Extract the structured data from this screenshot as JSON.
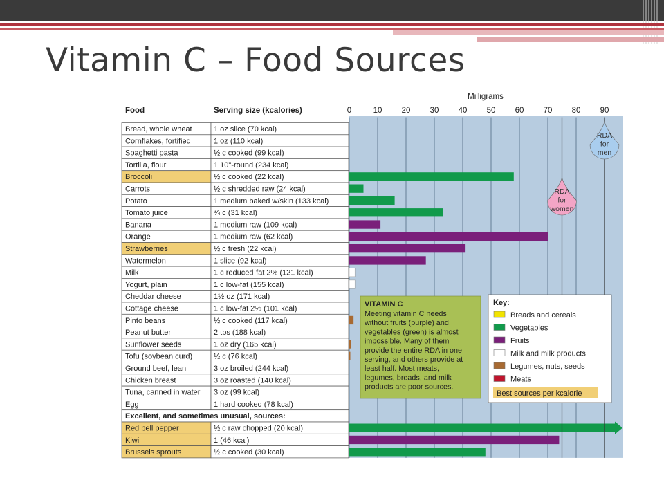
{
  "slide": {
    "title": "Vitamin C – Food Sources"
  },
  "headers": {
    "food": "Food",
    "serving": "Serving size (kcalories)",
    "axis_label": "Milligrams"
  },
  "chart_data": {
    "type": "bar",
    "title": "Vitamin C – Food Sources",
    "xlabel": "Milligrams",
    "xlim": [
      0,
      96
    ],
    "xticks": [
      0,
      10,
      20,
      30,
      40,
      50,
      60,
      70,
      80,
      90
    ],
    "grid": true,
    "rows": [
      {
        "food": "Bread, whole wheat",
        "serving": "1 oz slice (70 kcal)",
        "value": 0,
        "group": "Breads and cereals",
        "best": false
      },
      {
        "food": "Cornflakes, fortified",
        "serving": "1 oz (110 kcal)",
        "value": 0,
        "group": "Breads and cereals",
        "best": false
      },
      {
        "food": "Spaghetti pasta",
        "serving": "½ c cooked (99 kcal)",
        "value": 0,
        "group": "Breads and cereals",
        "best": false
      },
      {
        "food": "Tortilla, flour",
        "serving": "1 10\"-round (234 kcal)",
        "value": 0,
        "group": "Breads and cereals",
        "best": false
      },
      {
        "food": "Broccoli",
        "serving": "½ c cooked (22 kcal)",
        "value": 58,
        "group": "Vegetables",
        "best": true
      },
      {
        "food": "Carrots",
        "serving": "½ c shredded raw (24 kcal)",
        "value": 5,
        "group": "Vegetables",
        "best": false
      },
      {
        "food": "Potato",
        "serving": "1 medium baked w/skin (133 kcal)",
        "value": 16,
        "group": "Vegetables",
        "best": false
      },
      {
        "food": "Tomato juice",
        "serving": "¾ c (31 kcal)",
        "value": 33,
        "group": "Vegetables",
        "best": false
      },
      {
        "food": "Banana",
        "serving": "1 medium raw (109 kcal)",
        "value": 11,
        "group": "Fruits",
        "best": false
      },
      {
        "food": "Orange",
        "serving": "1 medium raw (62 kcal)",
        "value": 70,
        "group": "Fruits",
        "best": false
      },
      {
        "food": "Strawberries",
        "serving": "½ c fresh (22 kcal)",
        "value": 41,
        "group": "Fruits",
        "best": true
      },
      {
        "food": "Watermelon",
        "serving": "1 slice (92 kcal)",
        "value": 27,
        "group": "Fruits",
        "best": false
      },
      {
        "food": "Milk",
        "serving": "1 c reduced-fat 2% (121 kcal)",
        "value": 2,
        "group": "Milk and milk products",
        "best": false
      },
      {
        "food": "Yogurt, plain",
        "serving": "1 c low-fat (155 kcal)",
        "value": 2,
        "group": "Milk and milk products",
        "best": false
      },
      {
        "food": "Cheddar cheese",
        "serving": "1½ oz (171 kcal)",
        "value": 0,
        "group": "Milk and milk products",
        "best": false
      },
      {
        "food": "Cottage cheese",
        "serving": "1 c low-fat 2% (101 kcal)",
        "value": 0,
        "group": "Milk and milk products",
        "best": false
      },
      {
        "food": "Pinto beans",
        "serving": "½ c cooked (117 kcal)",
        "value": 1.5,
        "group": "Legumes, nuts, seeds",
        "best": false
      },
      {
        "food": "Peanut butter",
        "serving": "2 tbs (188 kcal)",
        "value": 0,
        "group": "Legumes, nuts, seeds",
        "best": false
      },
      {
        "food": "Sunflower seeds",
        "serving": "1 oz dry (165 kcal)",
        "value": 0.5,
        "group": "Legumes, nuts, seeds",
        "best": false
      },
      {
        "food": "Tofu (soybean curd)",
        "serving": "½ c (76 kcal)",
        "value": 0.3,
        "group": "Legumes, nuts, seeds",
        "best": false
      },
      {
        "food": "Ground beef, lean",
        "serving": "3 oz broiled (244 kcal)",
        "value": 0,
        "group": "Meats",
        "best": false
      },
      {
        "food": "Chicken breast",
        "serving": "3 oz roasted (140 kcal)",
        "value": 0,
        "group": "Meats",
        "best": false
      },
      {
        "food": "Tuna, canned in water",
        "serving": "3 oz (99 kcal)",
        "value": 0,
        "group": "Meats",
        "best": false
      },
      {
        "food": "Egg",
        "serving": "1 hard cooked (78 kcal)",
        "value": 0,
        "group": "Meats",
        "best": false
      },
      {
        "section": "Excellent, and sometimes unusual, sources:"
      },
      {
        "food": "Red bell pepper",
        "serving": "½ c raw chopped (20 kcal)",
        "value": 96,
        "group": "Vegetables",
        "best": true,
        "arrow": true
      },
      {
        "food": "Kiwi",
        "serving": "1 (46 kcal)",
        "value": 74,
        "group": "Fruits",
        "best": true
      },
      {
        "food": "Brussels sprouts",
        "serving": "½ c cooked (30 kcal)",
        "value": 48,
        "group": "Vegetables",
        "best": true
      }
    ],
    "rda": [
      {
        "value": 75,
        "label": [
          "RDA",
          "for",
          "women"
        ]
      },
      {
        "value": 90,
        "label": [
          "RDA",
          "for",
          "men"
        ]
      }
    ],
    "callout": {
      "title": "VITAMIN C",
      "lines": [
        "Meeting vitamin C needs",
        "without fruits (purple) and",
        "vegetables (green) is almost",
        "impossible. Many of them",
        "provide the entire RDA in one",
        "serving, and others provide at",
        "least half. Most meats,",
        "legumes, breads, and milk",
        "products are poor sources."
      ]
    },
    "legend": {
      "title": "Key:",
      "items": [
        {
          "label": "Breads and cereals",
          "color": "#f2e400"
        },
        {
          "label": "Vegetables",
          "color": "#119a4b"
        },
        {
          "label": "Fruits",
          "color": "#7a1f7a"
        },
        {
          "label": "Milk and milk products",
          "color": "#ffffff"
        },
        {
          "label": "Legumes, nuts, seeds",
          "color": "#a86a32"
        },
        {
          "label": "Meats",
          "color": "#c0142d"
        }
      ],
      "best": "Best sources per kcalorie"
    }
  },
  "colors": {
    "plot_bg": "#b7cce0",
    "best_bg": "#f1cf76",
    "grid": "#4f6a83",
    "rda_women": "#f3a5c6",
    "rda_men": "#a9cdee",
    "callout_bg": "#a9c055"
  }
}
